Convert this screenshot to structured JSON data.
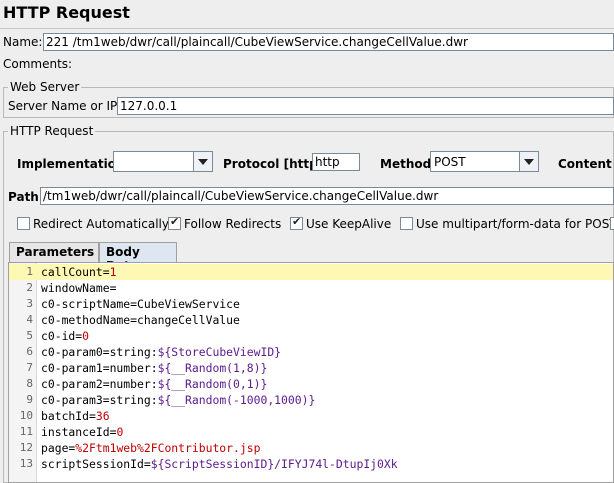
{
  "title": "HTTP Request",
  "name": {
    "label": "Name:",
    "value": "221 /tm1web/dwr/call/plaincall/CubeViewService.changeCellValue.dwr"
  },
  "comments": {
    "label": "Comments:"
  },
  "web_server": {
    "section_title": "Web Server",
    "server_label": "Server Name or IP:",
    "server_value": "127.0.0.1"
  },
  "http_request": {
    "section_title": "HTTP Request",
    "implementation_label": "Implementation:",
    "implementation_value": "",
    "protocol_label": "Protocol [http]:",
    "protocol_value": "http",
    "method_label": "Method:",
    "method_value": "POST",
    "content_encoding_label": "Content en",
    "path_label": "Path:",
    "path_value": "/tm1web/dwr/call/plaincall/CubeViewService.changeCellValue.dwr",
    "checkboxes": [
      {
        "label": "Redirect Automatically",
        "checked": false
      },
      {
        "label": "Follow Redirects",
        "checked": true
      },
      {
        "label": "Use KeepAlive",
        "checked": true
      },
      {
        "label": "Use multipart/form-data for POST",
        "checked": false
      }
    ]
  },
  "tabs": [
    {
      "label": "Parameters",
      "active": false
    },
    {
      "label": "Body Data",
      "active": true
    }
  ],
  "body_lines": [
    {
      "n": "1",
      "key": "callCount=",
      "val": "1",
      "style": "red"
    },
    {
      "n": "2",
      "key": "windowName=",
      "val": "",
      "style": "plain"
    },
    {
      "n": "3",
      "key": "c0-scriptName=",
      "val": "CubeViewService",
      "style": "plain"
    },
    {
      "n": "4",
      "key": "c0-methodName=",
      "val": "changeCellValue",
      "style": "plain"
    },
    {
      "n": "5",
      "key": "c0-id=",
      "val": "0",
      "style": "red"
    },
    {
      "n": "6",
      "key": "c0-param0=string:",
      "val": "${StoreCubeViewID}",
      "style": "str"
    },
    {
      "n": "7",
      "key": "c0-param1=number:",
      "val": "${__Random(1,8)}",
      "style": "str"
    },
    {
      "n": "8",
      "key": "c0-param2=number:",
      "val": "${__Random(0,1)}",
      "style": "str"
    },
    {
      "n": "9",
      "key": "c0-param3=string:",
      "val": "${__Random(-1000,1000)}",
      "style": "str"
    },
    {
      "n": "10",
      "key": "batchId=",
      "val": "36",
      "style": "red"
    },
    {
      "n": "11",
      "key": "instanceId=",
      "val": "0",
      "style": "red"
    },
    {
      "n": "12",
      "key": "page=",
      "val": "%2Ftm1web%2FContributor.jsp",
      "style": "red"
    },
    {
      "n": "13",
      "key": "scriptSessionId=",
      "val": "${ScriptSessionID}/IFYJ74l-DtupIj0Xk",
      "style": "str"
    }
  ]
}
